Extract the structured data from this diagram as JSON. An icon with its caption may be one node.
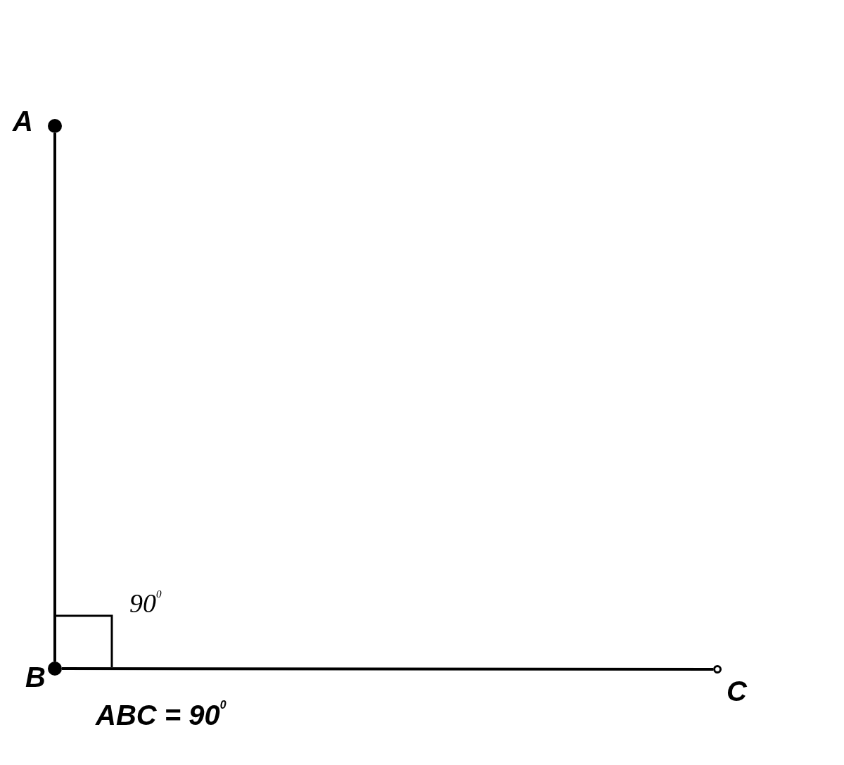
{
  "diagram": {
    "nodes": [
      {
        "text": [],
        "shape": "circle",
        "beside": [
          "A"
        ]
      },
      {
        "text": [],
        "shape": "circle",
        "beside": [
          "B"
        ]
      },
      {
        "text": [],
        "shape": "circle",
        "beside": [
          "C"
        ]
      }
    ],
    "edges": [
      {
        "from": 0,
        "to": 1,
        "arrow": "none"
      },
      {
        "from": 1,
        "to": 2,
        "arrow": "none"
      }
    ],
    "labels": [
      "90$^{0}$",
      "ABC = 90$^{0}$"
    ]
  }
}
